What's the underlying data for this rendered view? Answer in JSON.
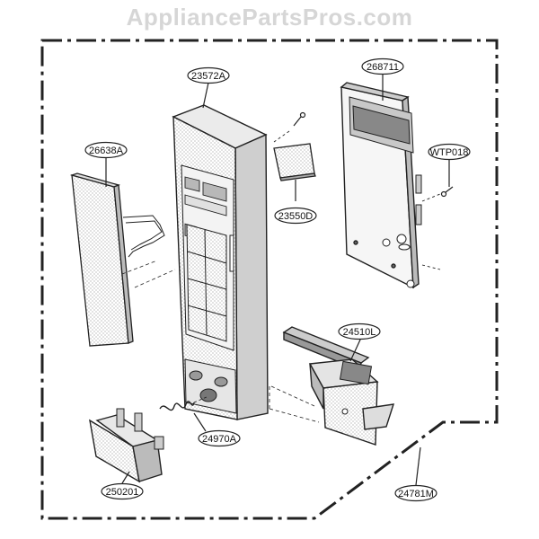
{
  "watermark": "AppliancePartsPros.com",
  "parts": [
    {
      "id": "23572A",
      "name": "part-label-23572a"
    },
    {
      "id": "268711",
      "name": "part-label-268711"
    },
    {
      "id": "26638A",
      "name": "part-label-26638a"
    },
    {
      "id": "WTP018",
      "name": "part-label-wtp018"
    },
    {
      "id": "23550D",
      "name": "part-label-23550d"
    },
    {
      "id": "24510L",
      "name": "part-label-24510l"
    },
    {
      "id": "24970A",
      "name": "part-label-24970a"
    },
    {
      "id": "250201",
      "name": "part-label-250201"
    },
    {
      "id": "24781M",
      "name": "part-label-24781m"
    }
  ]
}
